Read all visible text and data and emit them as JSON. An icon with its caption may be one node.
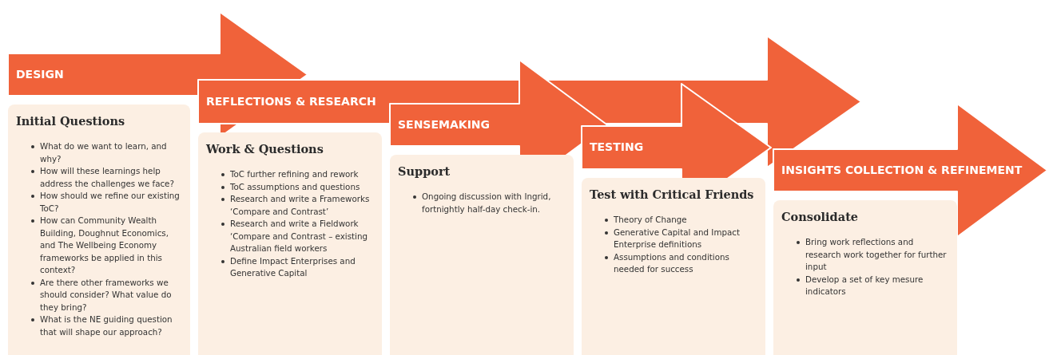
{
  "diagram": {
    "nodes": [
      {
        "text": [
          "DESIGN"
        ]
      },
      {
        "text": [
          "Initial Questions",
          "What do we want to learn, and why?",
          "How will these learnings help address the challenges we face?",
          "How should we refine our existing ToC?",
          "How can Community Wealth Building, Doughnut Economics, and The Wellbeing Economy frameworks be applied in this context?",
          "Are there other frameworks we should consider? What value do they bring?",
          "What is the NE guiding question that will shape our approach?"
        ]
      },
      {
        "text": [
          "REFLECTIONS & RESEARCH"
        ]
      },
      {
        "text": [
          "Work & Questions",
          "ToC further refining and rework",
          "ToC assumptions and questions",
          "Research and write a Frameworks ‘Compare and Contrast’",
          "Research and write a Fieldwork ‘Compare and Contrast – existing Australian field workers",
          "Define Impact Enterprises and Generative Capital"
        ]
      },
      {
        "text": [
          "SENSEMAKING"
        ]
      },
      {
        "text": [
          "Support",
          "Ongoing discussion with Ingrid, fortnightly half-day check-in."
        ]
      },
      {
        "text": [
          "TESTING"
        ]
      },
      {
        "text": [
          "Test with Critical Friends",
          "Theory of Change",
          "Generative Capital and Impact Enterprise definitions",
          "Assumptions and conditions needed for success"
        ]
      },
      {
        "text": [
          "INSIGHTS COLLECTION & REFINEMENT"
        ]
      },
      {
        "text": [
          "Consolidate",
          "Bring work reflections and research work together for further input",
          "Develop a set of key mesure indicators"
        ]
      }
    ]
  }
}
